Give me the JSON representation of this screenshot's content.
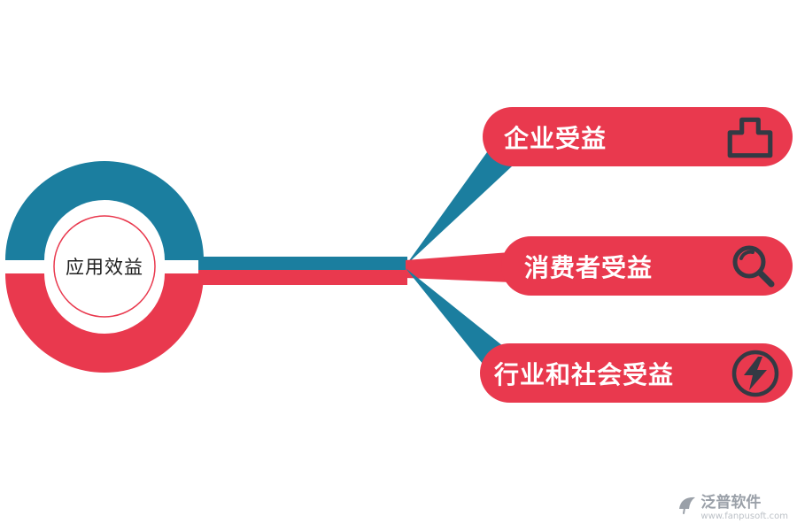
{
  "diagram": {
    "center_label": "应用效益",
    "branches": [
      {
        "label": "企业受益",
        "icon": "briefcase-icon"
      },
      {
        "label": "消费者受益",
        "icon": "magnifier-icon"
      },
      {
        "label": "行业和社会受益",
        "icon": "lightning-icon"
      }
    ],
    "colors": {
      "teal": "#1b7e9f",
      "red": "#e9394e",
      "icon_dark": "#333a44",
      "center_ring": "#e9394e",
      "center_text": "#1f1f1f"
    }
  },
  "watermark": {
    "brand": "泛普软件",
    "url": "www.fanpusoft.com"
  }
}
